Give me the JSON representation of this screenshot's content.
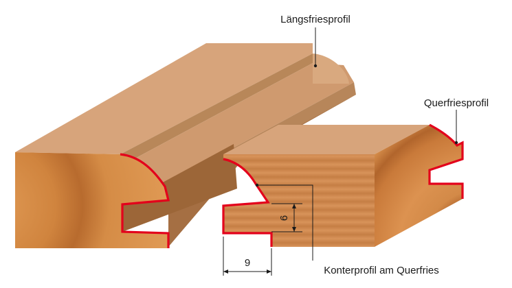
{
  "labels": {
    "laengsfries": "Längsfriesprofil",
    "querfries": "Querfriesprofil",
    "konterprofil": "Konterprofil am Querfries"
  },
  "dimensions": {
    "depth": "6",
    "width": "9"
  },
  "colors": {
    "profile_line": "#e3001b",
    "wood_top": "#d4a077",
    "wood_side": "#c58b5f",
    "end_grain_base": "#d88a3e",
    "end_grain_ring": "#b5652a"
  }
}
